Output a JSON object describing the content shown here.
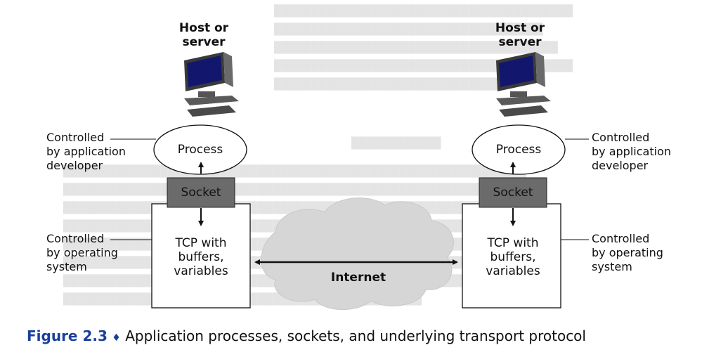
{
  "left_host": {
    "host_label_line1": "Host or",
    "host_label_line2": "server",
    "app_label_line1": "Controlled",
    "app_label_line2": "by application",
    "app_label_line3": "developer",
    "os_label_line1": "Controlled",
    "os_label_line2": "by operating",
    "os_label_line3": "system",
    "process_label": "Process",
    "socket_label": "Socket",
    "tcp_line1": "TCP with",
    "tcp_line2": "buffers,",
    "tcp_line3": "variables"
  },
  "right_host": {
    "host_label_line1": "Host or",
    "host_label_line2": "server",
    "app_label_line1": "Controlled",
    "app_label_line2": "by application",
    "app_label_line3": "developer",
    "os_label_line1": "Controlled",
    "os_label_line2": "by operating",
    "os_label_line3": "system",
    "process_label": "Process",
    "socket_label": "Socket",
    "tcp_line1": "TCP with",
    "tcp_line2": "buffers,",
    "tcp_line3": "variables"
  },
  "network": {
    "label": "Internet"
  },
  "caption": {
    "figure_label": "Figure 2.3",
    "bullet": "♦",
    "text": "Application processes, sockets, and underlying transport protocol"
  },
  "colors": {
    "socket_fill": "#6b6b6b",
    "cloud_fill": "#d6d6d6",
    "caption_accent": "#1a3f9a",
    "bleed_through_text": "#e4e4e4"
  }
}
